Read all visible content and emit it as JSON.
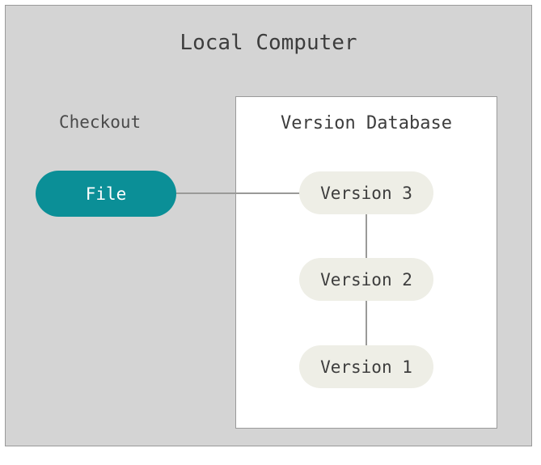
{
  "diagram": {
    "title": "Local Computer",
    "checkout_label": "Checkout",
    "version_database": {
      "title": "Version Database",
      "versions": [
        {
          "label": "Version 3"
        },
        {
          "label": "Version 2"
        },
        {
          "label": "Version 1"
        }
      ]
    },
    "file_node": {
      "label": "File"
    },
    "colors": {
      "outer_background": "#d4d4d4",
      "outer_border": "#9a9a9a",
      "inner_background": "#ffffff",
      "inner_border": "#9a9a9a",
      "file_node_fill": "#0b8f97",
      "file_node_text": "#ffffff",
      "version_node_fill": "#eeeee6",
      "version_node_text": "#3d3d3d",
      "edge_color": "#9a9a98",
      "title_text": "#3d3d3d",
      "label_text": "#4a4a4a"
    }
  }
}
